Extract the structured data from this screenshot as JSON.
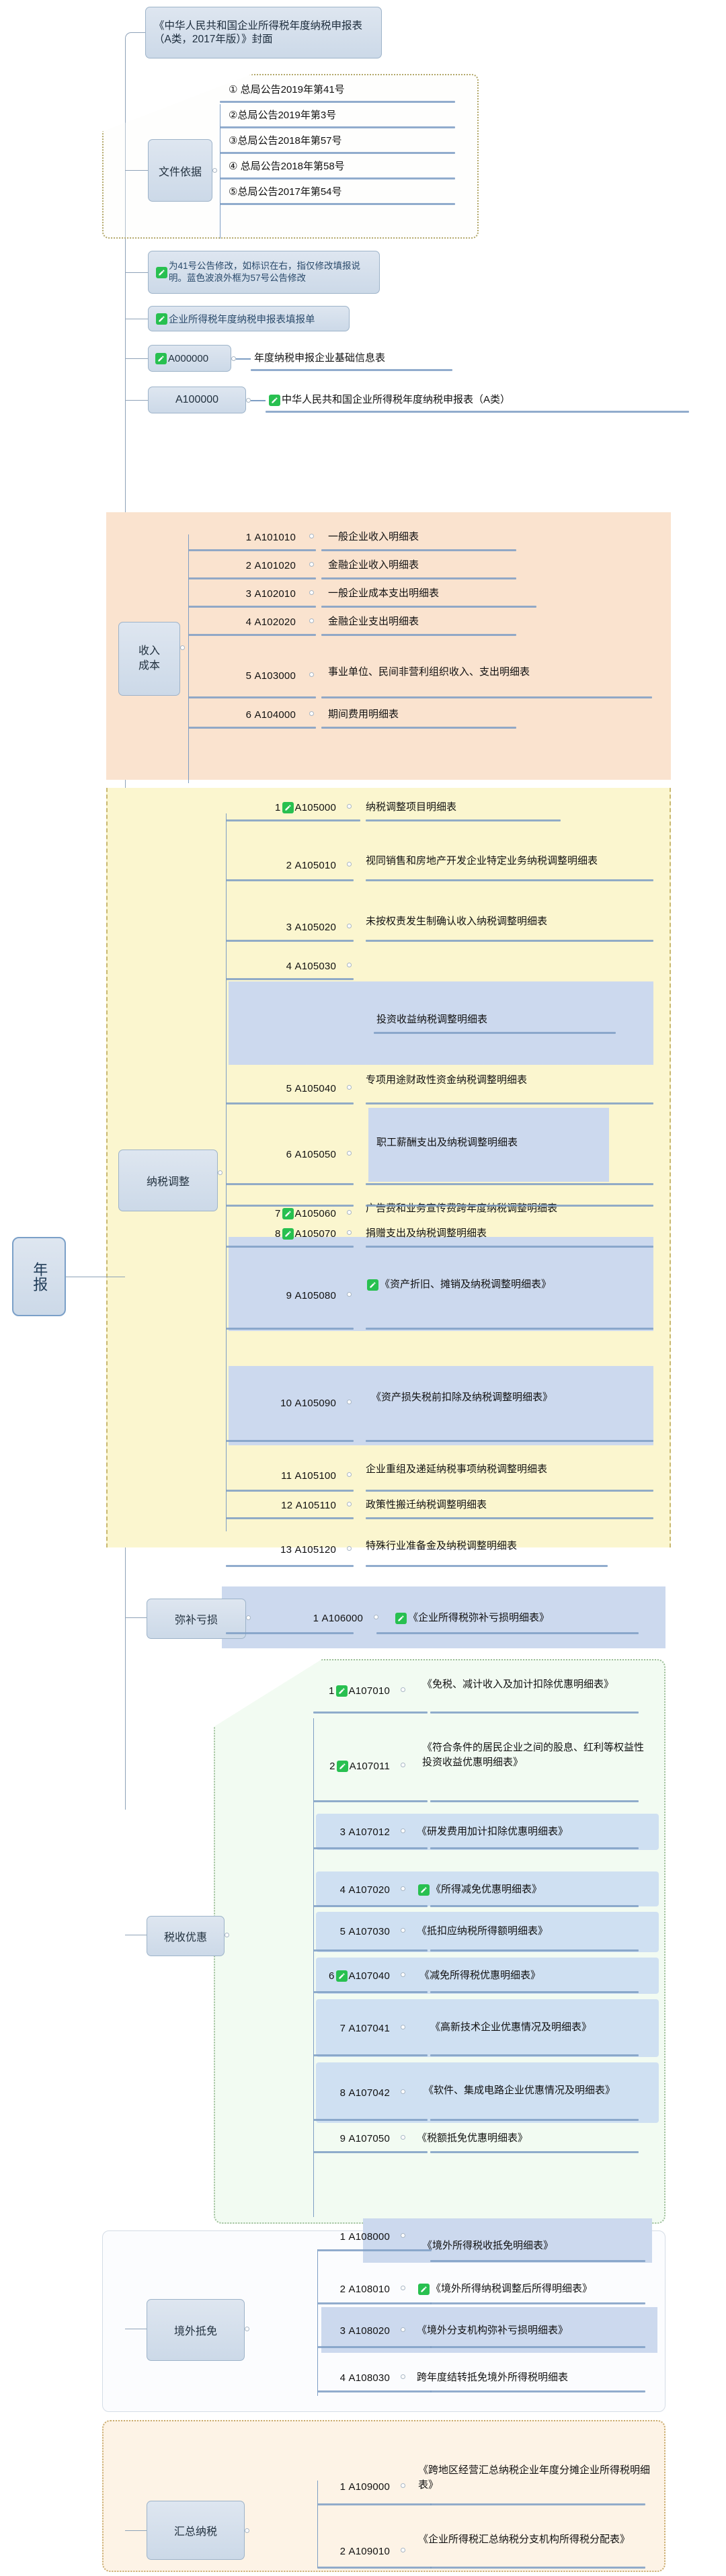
{
  "root": {
    "label": "年报"
  },
  "icons": {
    "edit_badge": "edit-pencil-badge-icon"
  },
  "colors": {
    "node_fill": "#ccd9e8",
    "node_border": "#9db3c9",
    "badge_green": "#28c050",
    "underline_blue": "#7e9ec4",
    "boundary_orange": "#fae3cf",
    "boundary_yellow": "#fbf6cf",
    "boundary_blue": "#ccd9ee",
    "boundary_green": "#eefaee",
    "boundary_tan": "#fdf3e6",
    "dotted_olive": "#b3a86a"
  },
  "cover": {
    "label": "《中华人民共和国企业所得税年度纳税申报表（A类，2017年版）》封面"
  },
  "file_basis": {
    "label": "文件依据",
    "items": [
      "① 总局公告2019年第41号",
      "②总局公告2019年第3号",
      "③总局公告2018年第57号",
      "④ 总局公告2018年第58号",
      "⑤总局公告2017年第54号"
    ]
  },
  "legend": {
    "note_line1": "为41号公告修改，如标识在右，指仅修改填报说明。蓝色波",
    "note_line2": "浪外框为57号公告修改",
    "checklist": "企业所得税年度纳税申报表填报单"
  },
  "base_info": {
    "code": "A000000",
    "title": "年度纳税申报企业基础信息表"
  },
  "main_form": {
    "code": "A100000",
    "title": "中华人民共和国企业所得税年度纳税申报表（A类）"
  },
  "groups": [
    {
      "key": "income_cost",
      "label": "收入\n成本",
      "items": [
        {
          "no": "1",
          "code": "A101010",
          "title": "一般企业收入明细表",
          "badge": false,
          "highlight": false
        },
        {
          "no": "2",
          "code": "A101020",
          "title": "金融企业收入明细表",
          "badge": false,
          "highlight": false
        },
        {
          "no": "3",
          "code": "A102010",
          "title": "一般企业成本支出明细表",
          "badge": false,
          "highlight": false
        },
        {
          "no": "4",
          "code": "A102020",
          "title": "金融企业支出明细表",
          "badge": false,
          "highlight": false
        },
        {
          "no": "5",
          "code": "A103000",
          "title": "事业单位、民间非营利组织收入、支出明细表",
          "badge": false,
          "highlight": false
        },
        {
          "no": "6",
          "code": "A104000",
          "title": "期间费用明细表",
          "badge": false,
          "highlight": false
        }
      ]
    },
    {
      "key": "tax_adjustment",
      "label": "纳税调整",
      "items": [
        {
          "no": "1",
          "code": "A105000",
          "title": "纳税调整项目明细表",
          "badge": true,
          "highlight": false
        },
        {
          "no": "2",
          "code": "A105010",
          "title": "视同销售和房地产开发企业特定业务纳税调整明细表",
          "badge": false,
          "highlight": false
        },
        {
          "no": "3",
          "code": "A105020",
          "title": "未按权责发生制确认收入纳税调整明细表",
          "badge": false,
          "highlight": false
        },
        {
          "no": "4",
          "code": "A105030",
          "title": "投资收益纳税调整明细表",
          "badge": false,
          "highlight": true
        },
        {
          "no": "5",
          "code": "A105040",
          "title": "专项用途财政性资金纳税调整明细表",
          "badge": false,
          "highlight": false
        },
        {
          "no": "6",
          "code": "A105050",
          "title": "职工薪酬支出及纳税调整明细表",
          "badge": false,
          "highlight": true
        },
        {
          "no": "7",
          "code": "A105060",
          "title": "广告费和业务宣传费跨年度纳税调整明细表",
          "badge": true,
          "highlight": false
        },
        {
          "no": "8",
          "code": "A105070",
          "title": "捐赠支出及纳税调整明细表",
          "badge": true,
          "highlight": false
        },
        {
          "no": "9",
          "code": "A105080",
          "title": "《资产折旧、摊销及纳税调整明细表》",
          "badge": true,
          "badge_in_title": true,
          "highlight": true
        },
        {
          "no": "10",
          "code": "A105090",
          "title": "《资产损失税前扣除及纳税调整明细表》",
          "badge": false,
          "highlight": true
        },
        {
          "no": "11",
          "code": "A105100",
          "title": "企业重组及递延纳税事项纳税调整明细表",
          "badge": false,
          "highlight": false
        },
        {
          "no": "12",
          "code": "A105110",
          "title": "政策性搬迁纳税调整明细表",
          "badge": false,
          "highlight": false
        },
        {
          "no": "13",
          "code": "A105120",
          "title": "特殊行业准备金及纳税调整明细表",
          "badge": false,
          "highlight": false
        }
      ]
    },
    {
      "key": "loss_offset",
      "label": "弥补亏损",
      "items": [
        {
          "no": "1",
          "code": "A106000",
          "title": "《企业所得税弥补亏损明细表》",
          "badge": true,
          "badge_in_title": true,
          "highlight": true
        }
      ]
    },
    {
      "key": "tax_incentive",
      "label": "税收优惠",
      "items": [
        {
          "no": "1",
          "code": "A107010",
          "title": "《免税、减计收入及加计扣除优惠明细表》",
          "badge": true,
          "highlight": false
        },
        {
          "no": "2",
          "code": "A107011",
          "title": "《符合条件的居民企业之间的股息、红利等权益性投资收益优惠明细表》",
          "badge": true,
          "highlight": false
        },
        {
          "no": "3",
          "code": "A107012",
          "title": "《研发费用加计扣除优惠明细表》",
          "badge": false,
          "highlight": true
        },
        {
          "no": "4",
          "code": "A107020",
          "title": "《所得减免优惠明细表》",
          "badge": true,
          "badge_in_title": true,
          "highlight": true
        },
        {
          "no": "5",
          "code": "A107030",
          "title": "《抵扣应纳税所得额明细表》",
          "badge": false,
          "highlight": true
        },
        {
          "no": "6",
          "code": "A107040",
          "title": "《减免所得税优惠明细表》",
          "badge": true,
          "highlight": true
        },
        {
          "no": "7",
          "code": "A107041",
          "title": "《高新技术企业优惠情况及明细表》",
          "badge": false,
          "highlight": true
        },
        {
          "no": "8",
          "code": "A107042",
          "title": "《软件、集成电路企业优惠情况及明细表》",
          "badge": false,
          "highlight": true
        },
        {
          "no": "9",
          "code": "A107050",
          "title": "《税额抵免优惠明细表》",
          "badge": false,
          "highlight": false
        }
      ]
    },
    {
      "key": "overseas_credit",
      "label": "境外抵免",
      "items": [
        {
          "no": "1",
          "code": "A108000",
          "title": "《境外所得税收抵免明细表》",
          "badge": false,
          "highlight": true
        },
        {
          "no": "2",
          "code": "A108010",
          "title": "《境外所得纳税调整后所得明细表》",
          "badge": true,
          "badge_in_title": true,
          "highlight": false
        },
        {
          "no": "3",
          "code": "A108020",
          "title": "《境外分支机构弥补亏损明细表》",
          "badge": false,
          "highlight": true
        },
        {
          "no": "4",
          "code": "A108030",
          "title": "跨年度结转抵免境外所得税明细表",
          "badge": false,
          "highlight": false
        }
      ]
    },
    {
      "key": "consolidated",
      "label": "汇总纳税",
      "items": [
        {
          "no": "1",
          "code": "A109000",
          "title": "《跨地区经营汇总纳税企业年度分摊企业所得税明细表》",
          "badge": false,
          "highlight": false
        },
        {
          "no": "2",
          "code": "A109010",
          "title": "《企业所得税汇总纳税分支机构所得税分配表》",
          "badge": false,
          "highlight": false
        }
      ]
    }
  ]
}
